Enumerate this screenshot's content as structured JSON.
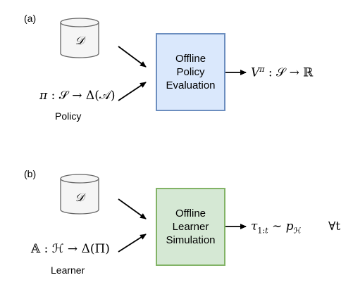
{
  "panel_a": {
    "label": "(a)",
    "dataset_symbol": "𝒟",
    "input_formula": "π : 𝒮 → Δ(𝒜)",
    "input_caption": "Policy",
    "box_text": "Offline\nPolicy\nEvaluation",
    "box_fill": "#dae8fc",
    "box_stroke": "#6c8ebf",
    "output_formula": "V^π : 𝒮 → ℝ"
  },
  "panel_b": {
    "label": "(b)",
    "dataset_symbol": "𝒟",
    "input_formula": "𝔸 : ℋ → Δ(Π)",
    "input_caption": "Learner",
    "box_text": "Offline\nLearner\nSimulation",
    "box_fill": "#d5e8d4",
    "box_stroke": "#82b366",
    "output_formula": "τ₁:ₜ ∼ p_ℋ",
    "output_quantifier": "∀t"
  }
}
